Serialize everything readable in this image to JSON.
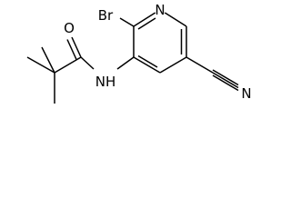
{
  "molecule": {
    "atoms": {
      "o": "O",
      "nh": "NH",
      "br": "Br",
      "n_ring": "N",
      "n_nitrile": "N"
    },
    "colors": {
      "bond": "#000000",
      "label": "#000000",
      "background": "#ffffff"
    }
  }
}
